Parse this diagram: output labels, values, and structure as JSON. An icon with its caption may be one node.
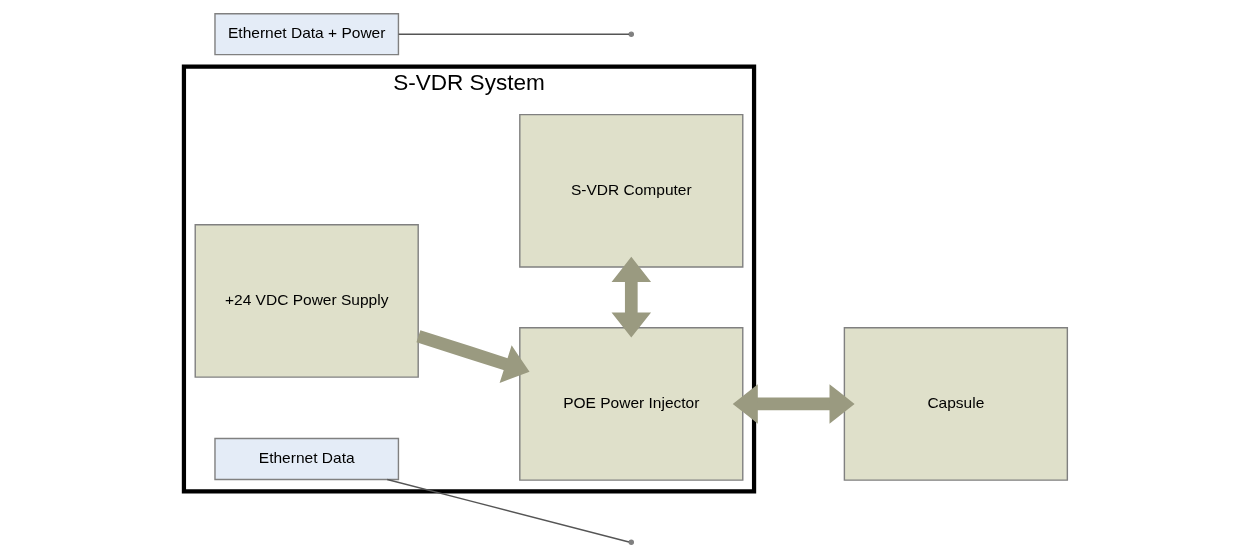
{
  "diagram": {
    "nodes": [
      {
        "text": [
          "S-VDR System"
        ]
      },
      {
        "text": [
          "+24 VDC Power Supply"
        ],
        "in": 0
      },
      {
        "text": [
          "POE Power Injector"
        ],
        "in": 0
      },
      {
        "text": [
          "S-VDR Computer"
        ],
        "in": 0
      },
      {
        "text": [
          "Capsule"
        ]
      },
      {
        "text": [
          "Ethernet Data"
        ],
        "in": 0
      },
      {
        "text": [
          "Ethernet Data + Power"
        ]
      }
    ],
    "edges": [
      {
        "from": 1,
        "to": 2,
        "arrow": "to"
      },
      {
        "from": 2,
        "to": 3,
        "arrow": "both"
      },
      {
        "from": 2,
        "to": 4,
        "arrow": "both"
      },
      {
        "from": 5,
        "to": null,
        "arrow": "none"
      },
      {
        "from": 6,
        "to": null,
        "arrow": "none"
      }
    ]
  }
}
